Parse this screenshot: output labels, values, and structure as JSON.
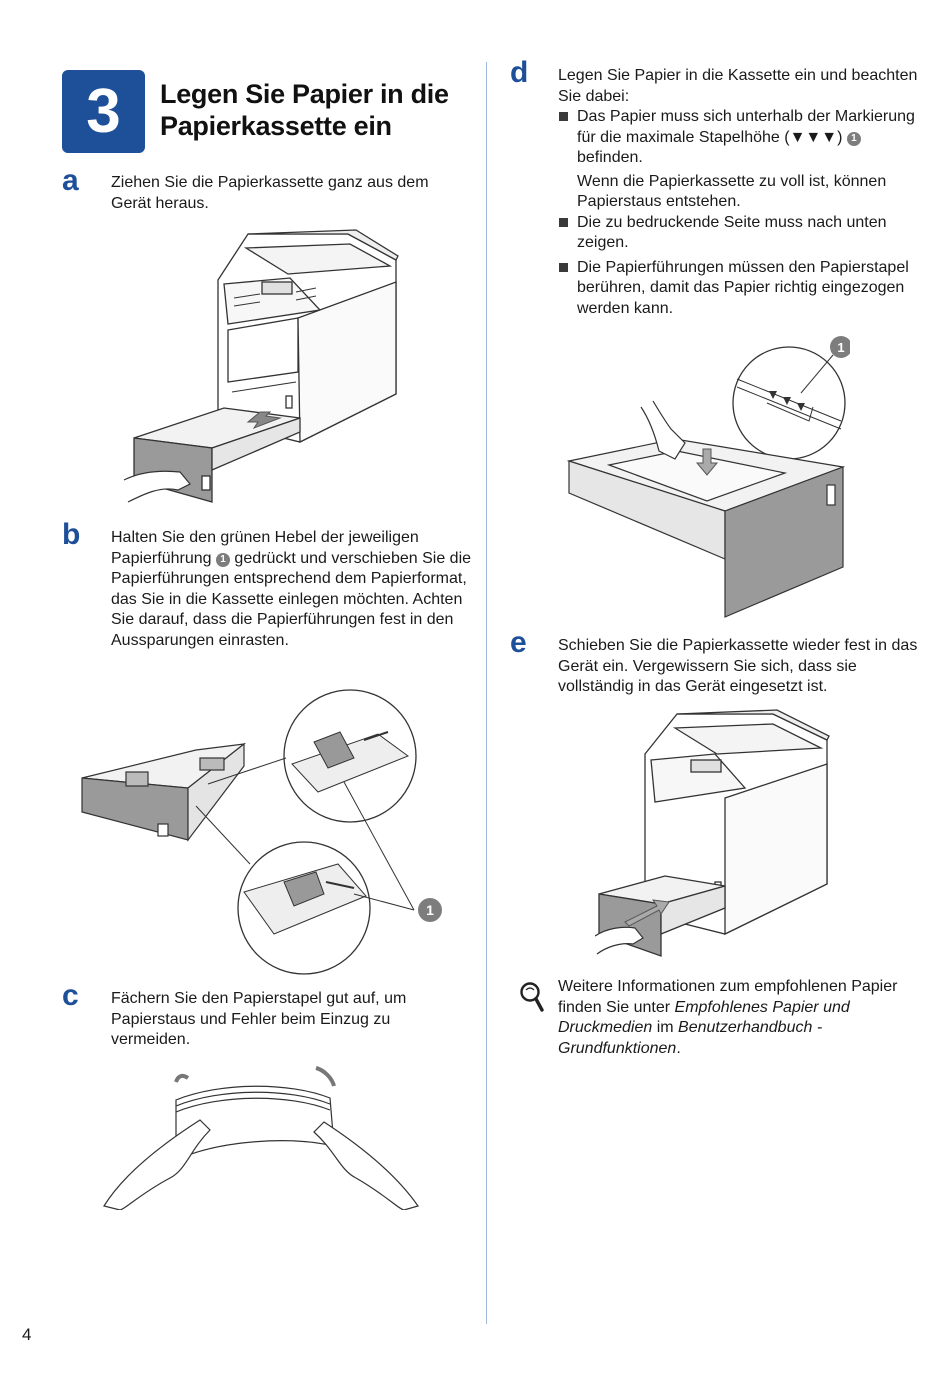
{
  "step": {
    "number": "3",
    "title_line1": "Legen Sie Papier in die",
    "title_line2": "Papierkassette ein"
  },
  "steps": {
    "a": {
      "letter": "a",
      "text": "Ziehen Sie die Papierkassette ganz aus dem Gerät heraus."
    },
    "b": {
      "letter": "b",
      "text_before": "Halten Sie den grünen Hebel der jeweiligen Papierführung",
      "text_after": "gedrückt und verschieben Sie die Papierführungen entsprechend dem Papierformat, das Sie in die Kassette einlegen möchten. Achten Sie darauf, dass die Papierführungen fest in den Aussparungen einrasten."
    },
    "c": {
      "letter": "c",
      "text": "Fächern Sie den Papierstapel gut auf, um Papierstaus und Fehler beim Einzug zu vermeiden."
    },
    "d": {
      "letter": "d",
      "intro": "Legen Sie Papier in die Kassette ein und beachten Sie dabei:",
      "bullet1_before": "Das Papier muss sich unterhalb der Markierung für die maximale Stapelhöhe (",
      "bullet1_marks": "▼▼▼",
      "bullet1_mid": ")",
      "bullet1_after": "befinden.",
      "bullet1_note": "Wenn die Papierkassette zu voll ist, können Papierstaus entstehen.",
      "bullet2": "Die zu bedruckende Seite muss nach unten zeigen.",
      "bullet3": "Die Papierführungen müssen den Papierstapel berühren, damit das Papier richtig eingezogen werden kann."
    },
    "e": {
      "letter": "e",
      "text": "Schieben Sie die Papierkassette wieder fest in das Gerät ein. Vergewissern Sie sich, dass sie vollständig in das Gerät eingesetzt ist."
    }
  },
  "callout_number": "1",
  "note": {
    "text1": "Weitere Informationen zum empfohlenen Papier finden Sie unter ",
    "italic1": "Empfohlenes Papier und Druckmedien",
    "text2": " im ",
    "italic2": "Benutzerhandbuch - Grundfunktionen",
    "text3": "."
  },
  "page_number": "4",
  "colors": {
    "accent": "#1e4f99",
    "divider": "#9fb8dc",
    "callout": "#7d7d7d"
  }
}
